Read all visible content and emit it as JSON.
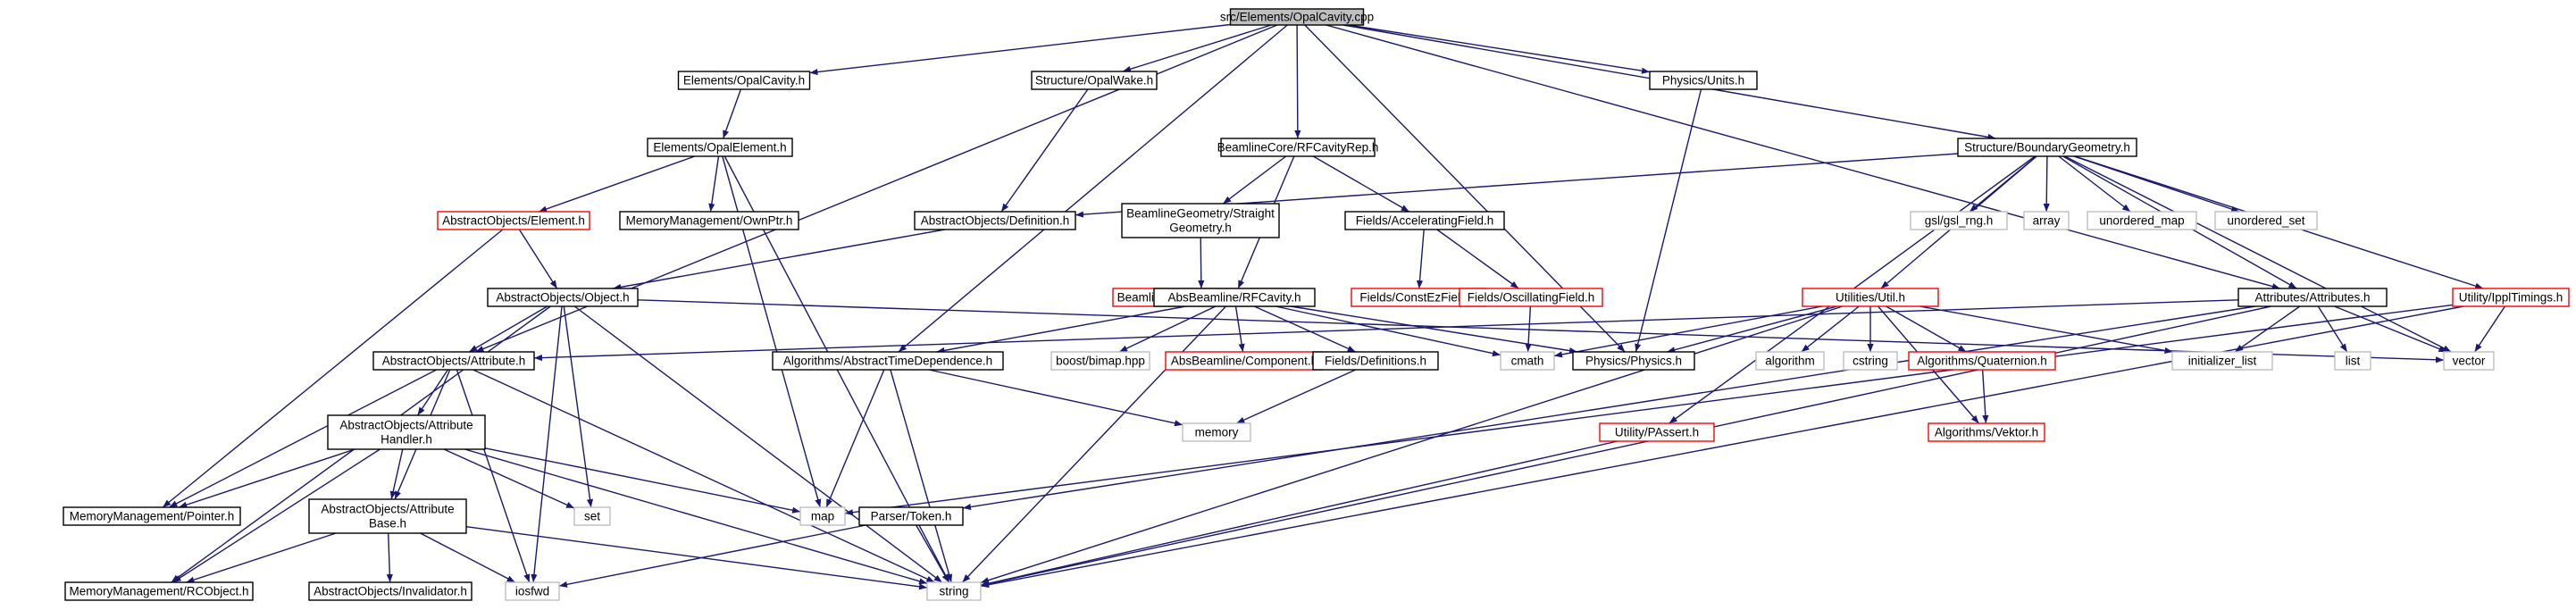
{
  "colors": {
    "edge": "#191970",
    "box_default": "#000000",
    "box_missing": "#ff0000",
    "box_system": "#bfbfbf",
    "root_fill": "#bfbfbf",
    "text": "#000000"
  },
  "nodes": {
    "root": {
      "lines": [
        "src/Elements/OpalCavity.cpp"
      ],
      "kind": "root"
    },
    "opalcavity_h": {
      "lines": [
        "Elements/OpalCavity.h"
      ],
      "kind": "default"
    },
    "opalwake_h": {
      "lines": [
        "Structure/OpalWake.h"
      ],
      "kind": "default"
    },
    "units_h": {
      "lines": [
        "Physics/Units.h"
      ],
      "kind": "default"
    },
    "rfcavityrep_h": {
      "lines": [
        "BeamlineCore/RFCavityRep.h"
      ],
      "kind": "default"
    },
    "boundarygeometry_h": {
      "lines": [
        "Structure/BoundaryGeometry.h"
      ],
      "kind": "default"
    },
    "opalelement_h": {
      "lines": [
        "Elements/OpalElement.h"
      ],
      "kind": "default"
    },
    "element_h": {
      "lines": [
        "AbstractObjects/Element.h"
      ],
      "kind": "missing"
    },
    "ownptr_h": {
      "lines": [
        "MemoryManagement/OwnPtr.h"
      ],
      "kind": "default"
    },
    "definition_h": {
      "lines": [
        "AbstractObjects/Definition.h"
      ],
      "kind": "default"
    },
    "straightgeometry_h": {
      "lines": [
        "BeamlineGeometry/Straight",
        "Geometry.h"
      ],
      "kind": "default"
    },
    "acceleratingfield_h": {
      "lines": [
        "Fields/AcceleratingField.h"
      ],
      "kind": "default"
    },
    "gsl_rng_h": {
      "lines": [
        "gsl/gsl_rng.h"
      ],
      "kind": "system"
    },
    "array": {
      "lines": [
        "array"
      ],
      "kind": "system"
    },
    "unordered_map": {
      "lines": [
        "unordered_map"
      ],
      "kind": "system"
    },
    "unordered_set": {
      "lines": [
        "unordered_set"
      ],
      "kind": "system"
    },
    "object_h": {
      "lines": [
        "AbstractObjects/Object.h"
      ],
      "kind": "default"
    },
    "geometry_h": {
      "lines": [
        "BeamlineGeometry/Geometry.h"
      ],
      "kind": "missing"
    },
    "absbeamline_rfcavity_h": {
      "lines": [
        "AbsBeamline/RFCavity.h"
      ],
      "kind": "default"
    },
    "constezfield_h": {
      "lines": [
        "Fields/ConstEzField.h"
      ],
      "kind": "missing"
    },
    "oscillatingfield_h": {
      "lines": [
        "Fields/OscillatingField.h"
      ],
      "kind": "missing"
    },
    "util_h": {
      "lines": [
        "Utilities/Util.h"
      ],
      "kind": "missing"
    },
    "attributes_h": {
      "lines": [
        "Attributes/Attributes.h"
      ],
      "kind": "default"
    },
    "ippltimings_h": {
      "lines": [
        "Utility/IpplTimings.h"
      ],
      "kind": "missing"
    },
    "attribute_h": {
      "lines": [
        "AbstractObjects/Attribute.h"
      ],
      "kind": "default"
    },
    "abstracttimedependence_h": {
      "lines": [
        "Algorithms/AbstractTimeDependence.h"
      ],
      "kind": "default"
    },
    "boost_bimap": {
      "lines": [
        "boost/bimap.hpp"
      ],
      "kind": "system"
    },
    "component_h": {
      "lines": [
        "AbsBeamline/Component.h"
      ],
      "kind": "missing"
    },
    "fields_definitions_h": {
      "lines": [
        "Fields/Definitions.h"
      ],
      "kind": "default"
    },
    "cmath": {
      "lines": [
        "cmath"
      ],
      "kind": "system"
    },
    "physics_h": {
      "lines": [
        "Physics/Physics.h"
      ],
      "kind": "default"
    },
    "algorithm": {
      "lines": [
        "algorithm"
      ],
      "kind": "system"
    },
    "cstring": {
      "lines": [
        "cstring"
      ],
      "kind": "system"
    },
    "quaternion_h": {
      "lines": [
        "Algorithms/Quaternion.h"
      ],
      "kind": "missing"
    },
    "initializer_list": {
      "lines": [
        "initializer_list"
      ],
      "kind": "system"
    },
    "list": {
      "lines": [
        "list"
      ],
      "kind": "system"
    },
    "vector": {
      "lines": [
        "vector"
      ],
      "kind": "system"
    },
    "attributehandler_h": {
      "lines": [
        "AbstractObjects/Attribute",
        "Handler.h"
      ],
      "kind": "default"
    },
    "memory": {
      "lines": [
        "memory"
      ],
      "kind": "system"
    },
    "passert_h": {
      "lines": [
        "Utility/PAssert.h"
      ],
      "kind": "missing"
    },
    "vektor_h": {
      "lines": [
        "Algorithms/Vektor.h"
      ],
      "kind": "missing"
    },
    "pointer_h": {
      "lines": [
        "MemoryManagement/Pointer.h"
      ],
      "kind": "default"
    },
    "attributebase_h": {
      "lines": [
        "AbstractObjects/Attribute",
        "Base.h"
      ],
      "kind": "default"
    },
    "set": {
      "lines": [
        "set"
      ],
      "kind": "system"
    },
    "map": {
      "lines": [
        "map"
      ],
      "kind": "system"
    },
    "token_h": {
      "lines": [
        "Parser/Token.h"
      ],
      "kind": "default"
    },
    "rcobject_h": {
      "lines": [
        "MemoryManagement/RCObject.h"
      ],
      "kind": "default"
    },
    "invalidator_h": {
      "lines": [
        "AbstractObjects/Invalidator.h"
      ],
      "kind": "default"
    },
    "iosfwd": {
      "lines": [
        "iosfwd"
      ],
      "kind": "system"
    },
    "string": {
      "lines": [
        "string"
      ],
      "kind": "system"
    }
  },
  "edges": [
    [
      "root",
      "opalcavity_h"
    ],
    [
      "root",
      "opalwake_h"
    ],
    [
      "root",
      "units_h"
    ],
    [
      "root",
      "rfcavityrep_h"
    ],
    [
      "root",
      "boundarygeometry_h"
    ],
    [
      "root",
      "attribute_h"
    ],
    [
      "root",
      "abstracttimedependence_h"
    ],
    [
      "root",
      "physics_h"
    ],
    [
      "root",
      "attributes_h"
    ],
    [
      "opalcavity_h",
      "opalelement_h"
    ],
    [
      "opalelement_h",
      "element_h"
    ],
    [
      "opalelement_h",
      "ownptr_h"
    ],
    [
      "opalelement_h",
      "map"
    ],
    [
      "opalelement_h",
      "string"
    ],
    [
      "element_h",
      "object_h"
    ],
    [
      "element_h",
      "pointer_h"
    ],
    [
      "opalwake_h",
      "definition_h"
    ],
    [
      "definition_h",
      "object_h"
    ],
    [
      "units_h",
      "physics_h"
    ],
    [
      "rfcavityrep_h",
      "straightgeometry_h"
    ],
    [
      "rfcavityrep_h",
      "acceleratingfield_h"
    ],
    [
      "rfcavityrep_h",
      "absbeamline_rfcavity_h"
    ],
    [
      "straightgeometry_h",
      "geometry_h"
    ],
    [
      "acceleratingfield_h",
      "constezfield_h"
    ],
    [
      "acceleratingfield_h",
      "oscillatingfield_h"
    ],
    [
      "oscillatingfield_h",
      "cmath"
    ],
    [
      "boundarygeometry_h",
      "definition_h"
    ],
    [
      "boundarygeometry_h",
      "gsl_rng_h"
    ],
    [
      "boundarygeometry_h",
      "array"
    ],
    [
      "boundarygeometry_h",
      "unordered_map"
    ],
    [
      "boundarygeometry_h",
      "unordered_set"
    ],
    [
      "boundarygeometry_h",
      "util_h"
    ],
    [
      "boundarygeometry_h",
      "attributes_h"
    ],
    [
      "boundarygeometry_h",
      "ippltimings_h"
    ],
    [
      "boundarygeometry_h",
      "vector"
    ],
    [
      "boundarygeometry_h",
      "passert_h"
    ],
    [
      "object_h",
      "attribute_h"
    ],
    [
      "object_h",
      "set"
    ],
    [
      "object_h",
      "string"
    ],
    [
      "object_h",
      "rcobject_h"
    ],
    [
      "object_h",
      "iosfwd"
    ],
    [
      "object_h",
      "vector"
    ],
    [
      "absbeamline_rfcavity_h",
      "abstracttimedependence_h"
    ],
    [
      "absbeamline_rfcavity_h",
      "boost_bimap"
    ],
    [
      "absbeamline_rfcavity_h",
      "component_h"
    ],
    [
      "absbeamline_rfcavity_h",
      "fields_definitions_h"
    ],
    [
      "absbeamline_rfcavity_h",
      "cmath"
    ],
    [
      "absbeamline_rfcavity_h",
      "physics_h"
    ],
    [
      "absbeamline_rfcavity_h",
      "string"
    ],
    [
      "util_h",
      "physics_h"
    ],
    [
      "util_h",
      "cmath"
    ],
    [
      "util_h",
      "algorithm"
    ],
    [
      "util_h",
      "cstring"
    ],
    [
      "util_h",
      "quaternion_h"
    ],
    [
      "util_h",
      "initializer_list"
    ],
    [
      "util_h",
      "vektor_h"
    ],
    [
      "util_h",
      "string"
    ],
    [
      "attributes_h",
      "attribute_h"
    ],
    [
      "attributes_h",
      "list"
    ],
    [
      "attributes_h",
      "vector"
    ],
    [
      "attributes_h",
      "initializer_list"
    ],
    [
      "attributes_h",
      "string"
    ],
    [
      "attributes_h",
      "token_h"
    ],
    [
      "ippltimings_h",
      "vector"
    ],
    [
      "ippltimings_h",
      "map"
    ],
    [
      "ippltimings_h",
      "string"
    ],
    [
      "attribute_h",
      "attributehandler_h"
    ],
    [
      "attribute_h",
      "attributebase_h"
    ],
    [
      "attribute_h",
      "pointer_h"
    ],
    [
      "attribute_h",
      "iosfwd"
    ],
    [
      "attribute_h",
      "string"
    ],
    [
      "abstracttimedependence_h",
      "memory"
    ],
    [
      "abstracttimedependence_h",
      "map"
    ],
    [
      "abstracttimedependence_h",
      "string"
    ],
    [
      "fields_definitions_h",
      "memory"
    ],
    [
      "quaternion_h",
      "vektor_h"
    ],
    [
      "passert_h",
      "string"
    ],
    [
      "attributehandler_h",
      "attributebase_h"
    ],
    [
      "attributehandler_h",
      "pointer_h"
    ],
    [
      "attributehandler_h",
      "map"
    ],
    [
      "attributehandler_h",
      "set"
    ],
    [
      "attributehandler_h",
      "string"
    ],
    [
      "attributehandler_h",
      "rcobject_h"
    ],
    [
      "attributebase_h",
      "rcobject_h"
    ],
    [
      "attributebase_h",
      "invalidator_h"
    ],
    [
      "attributebase_h",
      "iosfwd"
    ],
    [
      "attributebase_h",
      "string"
    ],
    [
      "token_h",
      "string"
    ],
    [
      "token_h",
      "iosfwd"
    ]
  ]
}
